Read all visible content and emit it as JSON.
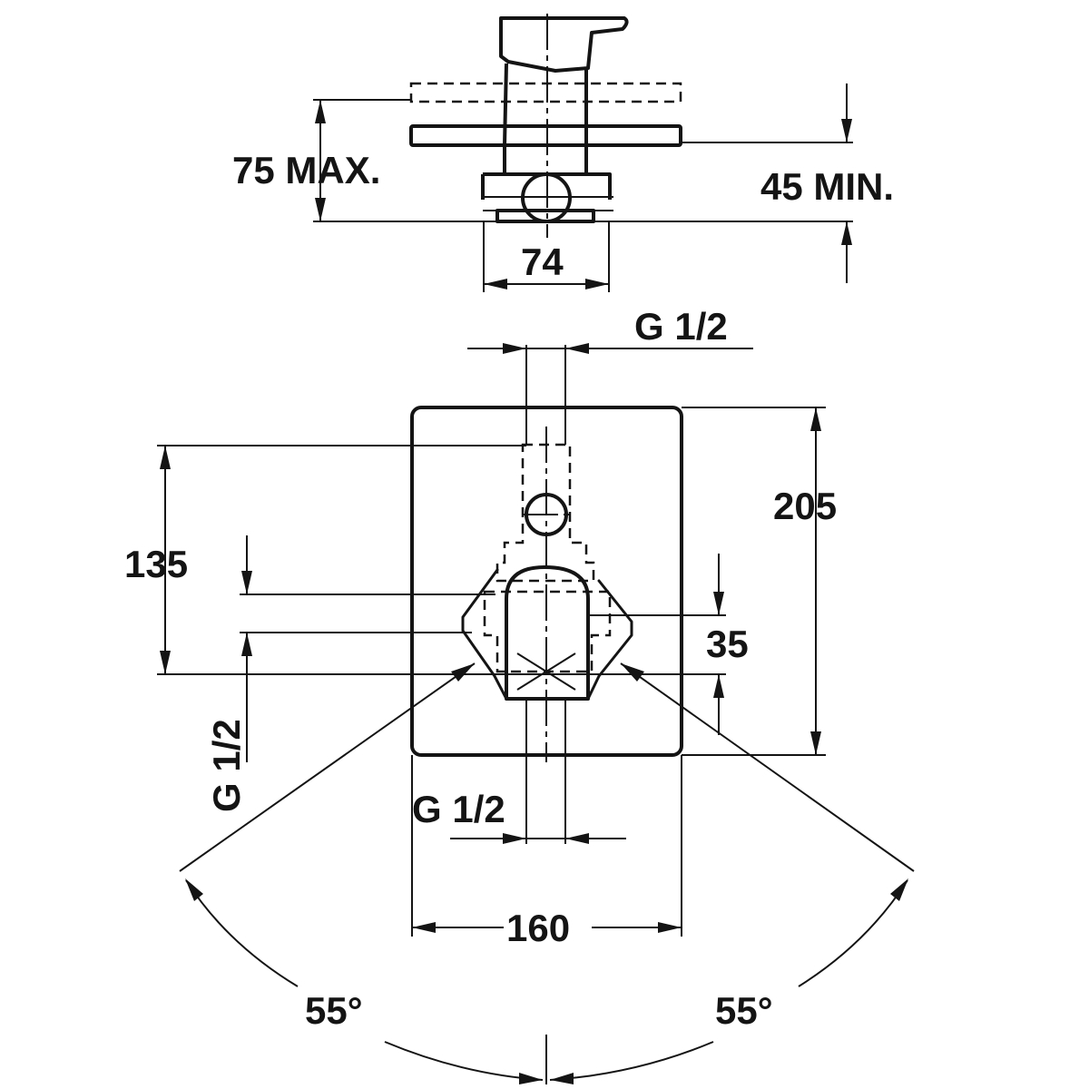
{
  "drawing": {
    "type": "technical dimension drawing",
    "ink_color": "#141414",
    "background": "#ffffff"
  },
  "top_view": {
    "dim_depth_max": "75 MAX.",
    "dim_depth_min": "45 MIN.",
    "dim_body_width": "74"
  },
  "front_view": {
    "dim_top_connection": "G 1/2",
    "dim_plate_height": "205",
    "dim_axis_height": "135",
    "dim_offset": "35",
    "dim_left_connection": "G 1/2",
    "dim_bottom_connection": "G 1/2",
    "dim_plate_width": "160",
    "dim_angle_left": "55°",
    "dim_angle_right": "55°"
  }
}
